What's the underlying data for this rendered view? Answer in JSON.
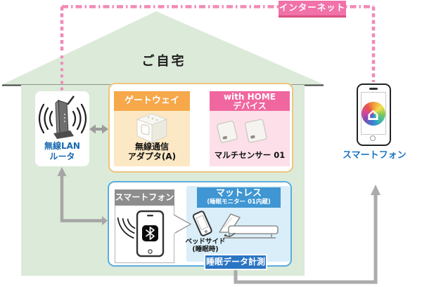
{
  "internet": {
    "label": "インターネット"
  },
  "house": {
    "title": "ご自宅"
  },
  "router": {
    "label_line1": "無線LAN",
    "label_line2": "ルータ"
  },
  "gateway": {
    "header": "ゲートウェイ",
    "device_line1": "無線通信",
    "device_line2": "アダプタ(A)"
  },
  "with_home": {
    "header_line1": "with HOME",
    "header_line2": "デバイス",
    "device_label": "マルチセンサー 01"
  },
  "sleep": {
    "phone_header": "スマートフォン",
    "mattress_line1": "マットレス",
    "mattress_line2": "(睡眠モニター 01内蔵)",
    "bedside_line1": "ベッドサイド",
    "bedside_line2": "(睡眠時)",
    "badge": "睡眠データ計測"
  },
  "outside": {
    "phone_label": "スマートフォン"
  },
  "icons": {
    "house_glyph": "⌂"
  },
  "colors": {
    "house_green": "#dcead9",
    "internet_badge_pink": "#f171a9",
    "internet_line_pink": "#f08bb9",
    "gateway_orange": "#f6a84a",
    "gateway_light_orange": "#fce8c4",
    "upper_box_border": "#eec57e",
    "withhome_pink": "#f0679f",
    "withhome_light_pink": "#fcdfe9",
    "smartphone_gray": "#8d8d8d",
    "mattress_blue": "#3f96d2",
    "mattress_light_blue": "#d9eef9",
    "lower_box_border": "#5aaede",
    "sleep_badge_blue": "#2a75c3",
    "router_label_blue": "#1768b0",
    "outside_label_blue": "#1b74c4",
    "arrow_gray": "#a6a6a6"
  }
}
